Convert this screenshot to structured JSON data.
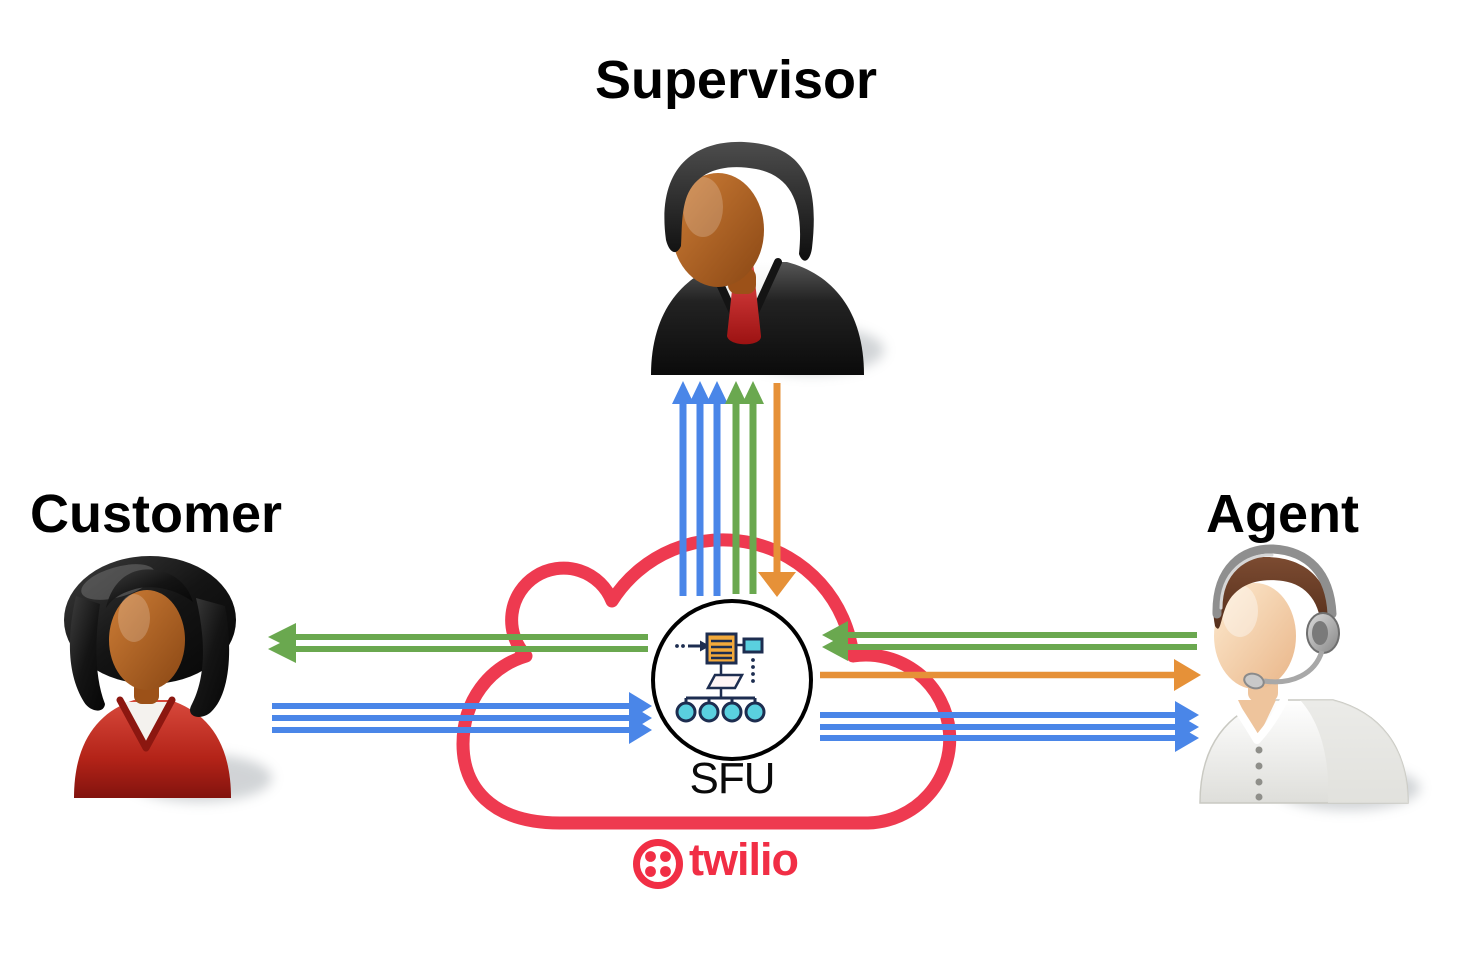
{
  "diagram": {
    "title_labels": {
      "supervisor": "Supervisor",
      "customer": "Customer",
      "agent": "Agent"
    },
    "hub": {
      "label": "SFU",
      "brand": "twilio"
    },
    "colors": {
      "blue": "#4a86e8",
      "green": "#6aa84f",
      "orange": "#e69138",
      "cloud_red": "#ee3a50",
      "brand_red": "#f12e45",
      "icon_navy": "#1d2d50",
      "icon_orange": "#f2a93b",
      "icon_cyan": "#5ad0df"
    },
    "icons": {
      "hub_icon": "media-forwarding-tree-icon",
      "brand_mark": "twilio-logo-icon",
      "supervisor_icon": "businessman-suit-avatar",
      "customer_icon": "businesswoman-red-jacket-avatar",
      "agent_icon": "support-agent-headset-avatar"
    },
    "flows": [
      {
        "id": "customer-to-sfu",
        "from": "Customer",
        "to": "SFU",
        "streams": 3,
        "color_key": "blue"
      },
      {
        "id": "sfu-to-customer",
        "from": "SFU",
        "to": "Customer",
        "streams": 2,
        "color_key": "green"
      },
      {
        "id": "sfu-to-supervisor-blue",
        "from": "SFU",
        "to": "Supervisor",
        "streams": 3,
        "color_key": "blue"
      },
      {
        "id": "sfu-to-supervisor-green",
        "from": "SFU",
        "to": "Supervisor",
        "streams": 2,
        "color_key": "green"
      },
      {
        "id": "supervisor-to-sfu",
        "from": "Supervisor",
        "to": "SFU",
        "streams": 1,
        "color_key": "orange"
      },
      {
        "id": "agent-to-sfu",
        "from": "Agent",
        "to": "SFU",
        "streams": 2,
        "color_key": "green"
      },
      {
        "id": "sfu-to-agent-blue",
        "from": "SFU",
        "to": "Agent",
        "streams": 3,
        "color_key": "blue"
      },
      {
        "id": "sfu-to-agent-orange",
        "from": "SFU",
        "to": "Agent",
        "streams": 1,
        "color_key": "orange"
      }
    ]
  }
}
